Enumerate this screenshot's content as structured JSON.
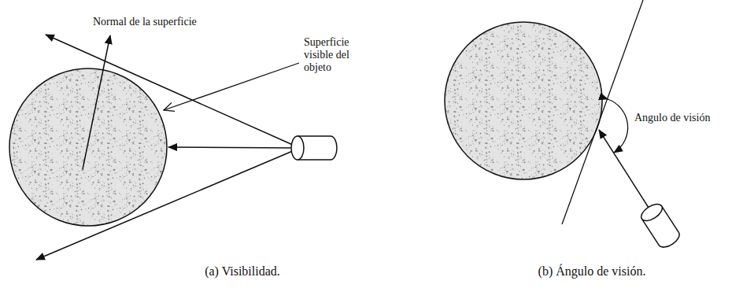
{
  "diagram": {
    "labels": [
      "Normal de la superficie",
      "Superficie visible del objeto",
      "Angulo de visión",
      "(a) Visibilidad.",
      "(b) Ángulo de visión."
    ]
  }
}
